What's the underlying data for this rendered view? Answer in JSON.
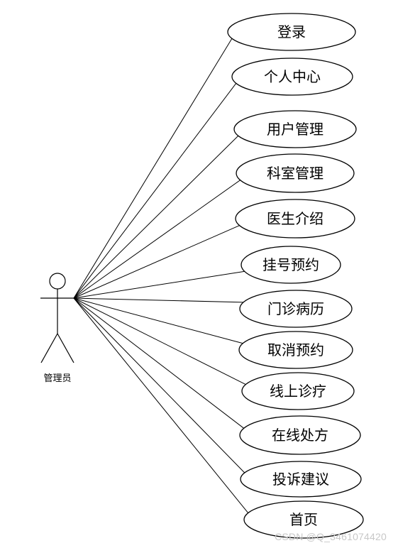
{
  "actor": {
    "label": "管理员"
  },
  "use_cases": [
    {
      "label": "登录"
    },
    {
      "label": "个人中心"
    },
    {
      "label": "用户管理"
    },
    {
      "label": "科室管理"
    },
    {
      "label": "医生介绍"
    },
    {
      "label": "挂号预约"
    },
    {
      "label": "门诊病历"
    },
    {
      "label": "取消预约"
    },
    {
      "label": "线上诊疗"
    },
    {
      "label": "在线处方"
    },
    {
      "label": "投诉建议"
    },
    {
      "label": "首页"
    }
  ],
  "watermark": "CSDN @Q_3461074420"
}
